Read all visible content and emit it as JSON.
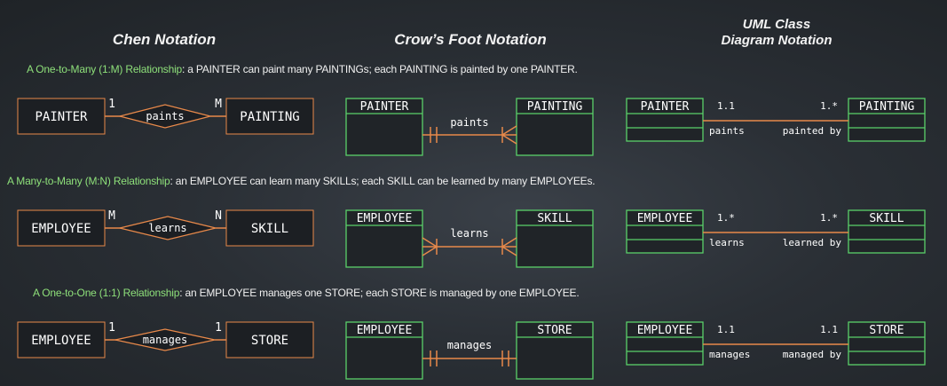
{
  "headers": {
    "chen": "Chen Notation",
    "crows": "Crow’s Foot Notation",
    "uml_line1": "UML Class",
    "uml_line2": "Diagram Notation"
  },
  "colors": {
    "entity_border_chen": "#e8894a",
    "entity_border_green": "#5ad06a",
    "line": "#e8894a",
    "highlight": "#8ee07a"
  },
  "rows": [
    {
      "desc_title": "A One-to-Many (1:M) Relationship",
      "desc_rest": ": a PAINTER can paint many PAINTINGs; each PAINTING is painted by one PAINTER.",
      "left": "PAINTER",
      "right": "PAINTING",
      "verb": "paints",
      "chen_left_card": "1",
      "chen_right_card": "M",
      "uml_left_mult": "1.1",
      "uml_right_mult": "1.*",
      "uml_left_role": "paints",
      "uml_right_role": "painted by"
    },
    {
      "desc_title": "A Many-to-Many (M:N) Relationship",
      "desc_rest": ": an EMPLOYEE can learn many SKILLs; each SKILL can be learned by many EMPLOYEEs.",
      "left": "EMPLOYEE",
      "right": "SKILL",
      "verb": "learns",
      "chen_left_card": "M",
      "chen_right_card": "N",
      "uml_left_mult": "1.*",
      "uml_right_mult": "1.*",
      "uml_left_role": "learns",
      "uml_right_role": "learned by"
    },
    {
      "desc_title": "A One-to-One (1:1) Relationship",
      "desc_rest": ": an EMPLOYEE manages one STORE; each STORE is managed by one EMPLOYEE.",
      "left": "EMPLOYEE",
      "right": "STORE",
      "verb": "manages",
      "chen_left_card": "1",
      "chen_right_card": "1",
      "uml_left_mult": "1.1",
      "uml_right_mult": "1.1",
      "uml_left_role": "manages",
      "uml_right_role": "managed by"
    }
  ]
}
